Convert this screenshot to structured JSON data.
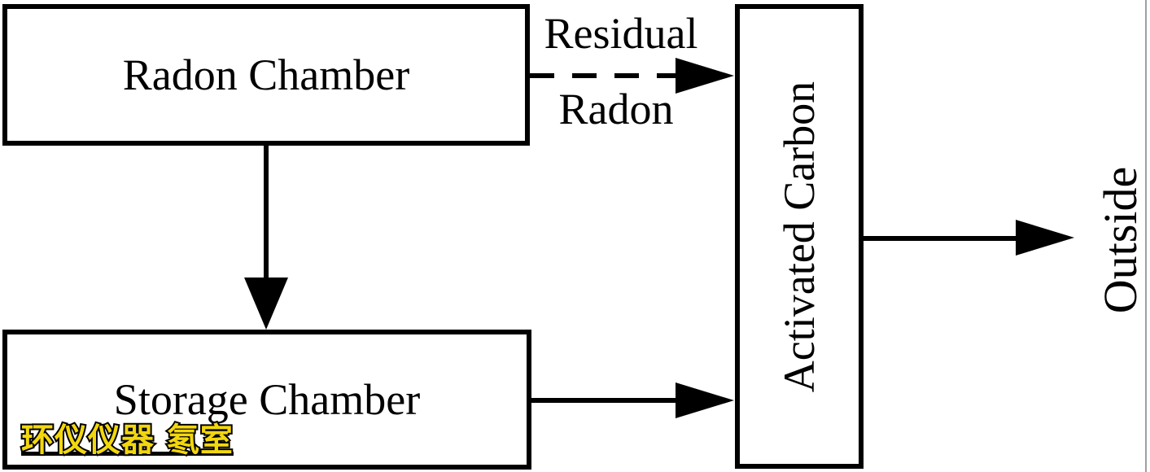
{
  "diagram": {
    "nodes": {
      "radon_chamber": {
        "label": "Radon Chamber"
      },
      "storage_chamber": {
        "label": "Storage Chamber"
      },
      "activated_carbon": {
        "label": "Activated Carbon"
      },
      "outside": {
        "label": "Outside"
      }
    },
    "edges": [
      {
        "from": "Radon Chamber",
        "to": "Storage Chamber",
        "style": "solid-arrow"
      },
      {
        "from": "Radon Chamber",
        "to": "Activated Carbon",
        "style": "dashed-arrow",
        "label_line1": "Residual",
        "label_line2": "Radon"
      },
      {
        "from": "Storage Chamber",
        "to": "Activated Carbon",
        "style": "solid-arrow"
      },
      {
        "from": "Activated Carbon",
        "to": "Outside",
        "style": "solid-arrow"
      }
    ],
    "watermark": {
      "text": "环仪仪器 氡室"
    }
  },
  "colors": {
    "line": "#000000",
    "background": "#ffffff",
    "watermark_fill": "#f2d70e",
    "watermark_outline": "#000000",
    "screen_edge_line": "#a0a0a0"
  }
}
